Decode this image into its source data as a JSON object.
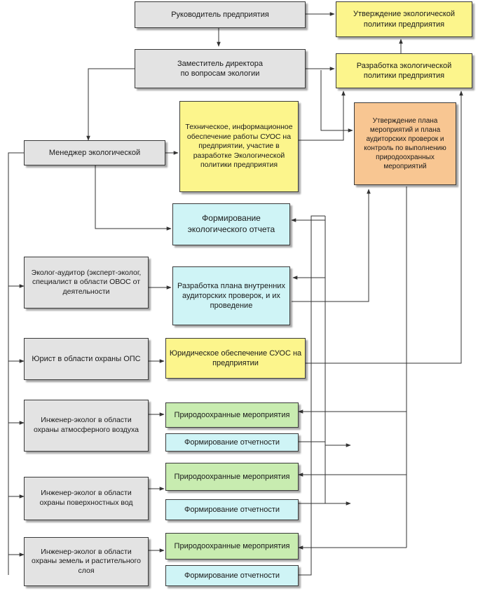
{
  "nodes": {
    "head": "Руководитель предприятия",
    "approve_policy": "Утверждение экологической политики предприятия",
    "deputy": "Заместитель директора\nпо вопросам экологии",
    "develop_policy": "Разработка экологической политики предприятия",
    "tech_support": "Техническое, информационное обеспечение работы СУОС на предприятии, участие в разработке Экологической политики предприятия",
    "approve_plan": "Утверждение плана мероприятий и плана аудиторских проверок и контроль по выполнению природоохранных мероприятий",
    "eco_manager": "Менеджер экологической",
    "eco_report": "Формирование экологического отчета",
    "auditor": "Эколог-аудитор (эксперт-эколог, специалист в области ОВОС от деятельности",
    "audit_plan": "Разработка плана внутренних аудиторских проверок, и их проведение",
    "lawyer": "Юрист в области охраны ОПС",
    "legal_support": "Юридическое обеспечение СУОС на предприятии",
    "eng_air": "Инженер-эколог в области охраны атмосферного воздуха",
    "measures_1": "Природоохранные мероприятия",
    "report_1": "Формирование отчетности",
    "eng_water": "Инженер-эколог в области охраны поверхностных вод",
    "measures_2": "Природоохранные мероприятия",
    "report_2": "Формирование отчетности",
    "eng_land": "Инженер-эколог в области охраны земель и растительного слоя",
    "measures_3": "Природоохранные мероприятия",
    "report_3": "Формирование отчетности"
  },
  "colors": {
    "personnel": "#e3e3e3",
    "policy": "#fcf58c",
    "approval": "#f8c692",
    "reporting": "#cff4f6",
    "measures": "#c8ecb0",
    "connector": "#333333"
  }
}
